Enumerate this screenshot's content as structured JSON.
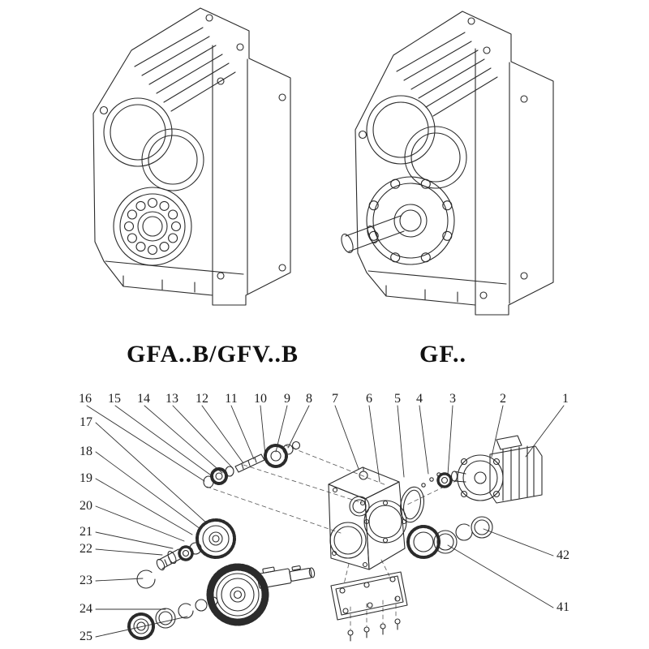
{
  "models": [
    {
      "label": "GFA..B/GFV..B"
    },
    {
      "label": "GF.."
    }
  ],
  "exploded": {
    "top_labels": [
      "16",
      "15",
      "14",
      "13",
      "12",
      "11",
      "10",
      "9",
      "8",
      "7",
      "6",
      "5",
      "4",
      "3",
      "2",
      "1"
    ],
    "left_labels": [
      "17",
      "18",
      "19",
      "20",
      "21",
      "22",
      "23",
      "24",
      "25"
    ],
    "right_labels": [
      "42",
      "41"
    ]
  },
  "colors": {
    "line": "#2b2b2b",
    "background": "#ffffff"
  }
}
